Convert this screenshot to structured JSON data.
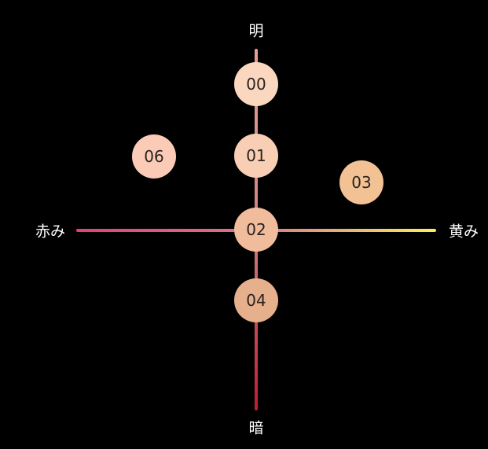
{
  "axes": {
    "top": "明",
    "bottom": "暗",
    "left": "赤み",
    "right": "黄み"
  },
  "nodes": [
    {
      "label": "00",
      "color": "#fcd7bf"
    },
    {
      "label": "01",
      "color": "#f8cfb4"
    },
    {
      "label": "02",
      "color": "#f0bc9c"
    },
    {
      "label": "03",
      "color": "#f3c294"
    },
    {
      "label": "04",
      "color": "#e6b08c"
    },
    {
      "label": "06",
      "color": "#fbcbb7"
    }
  ]
}
